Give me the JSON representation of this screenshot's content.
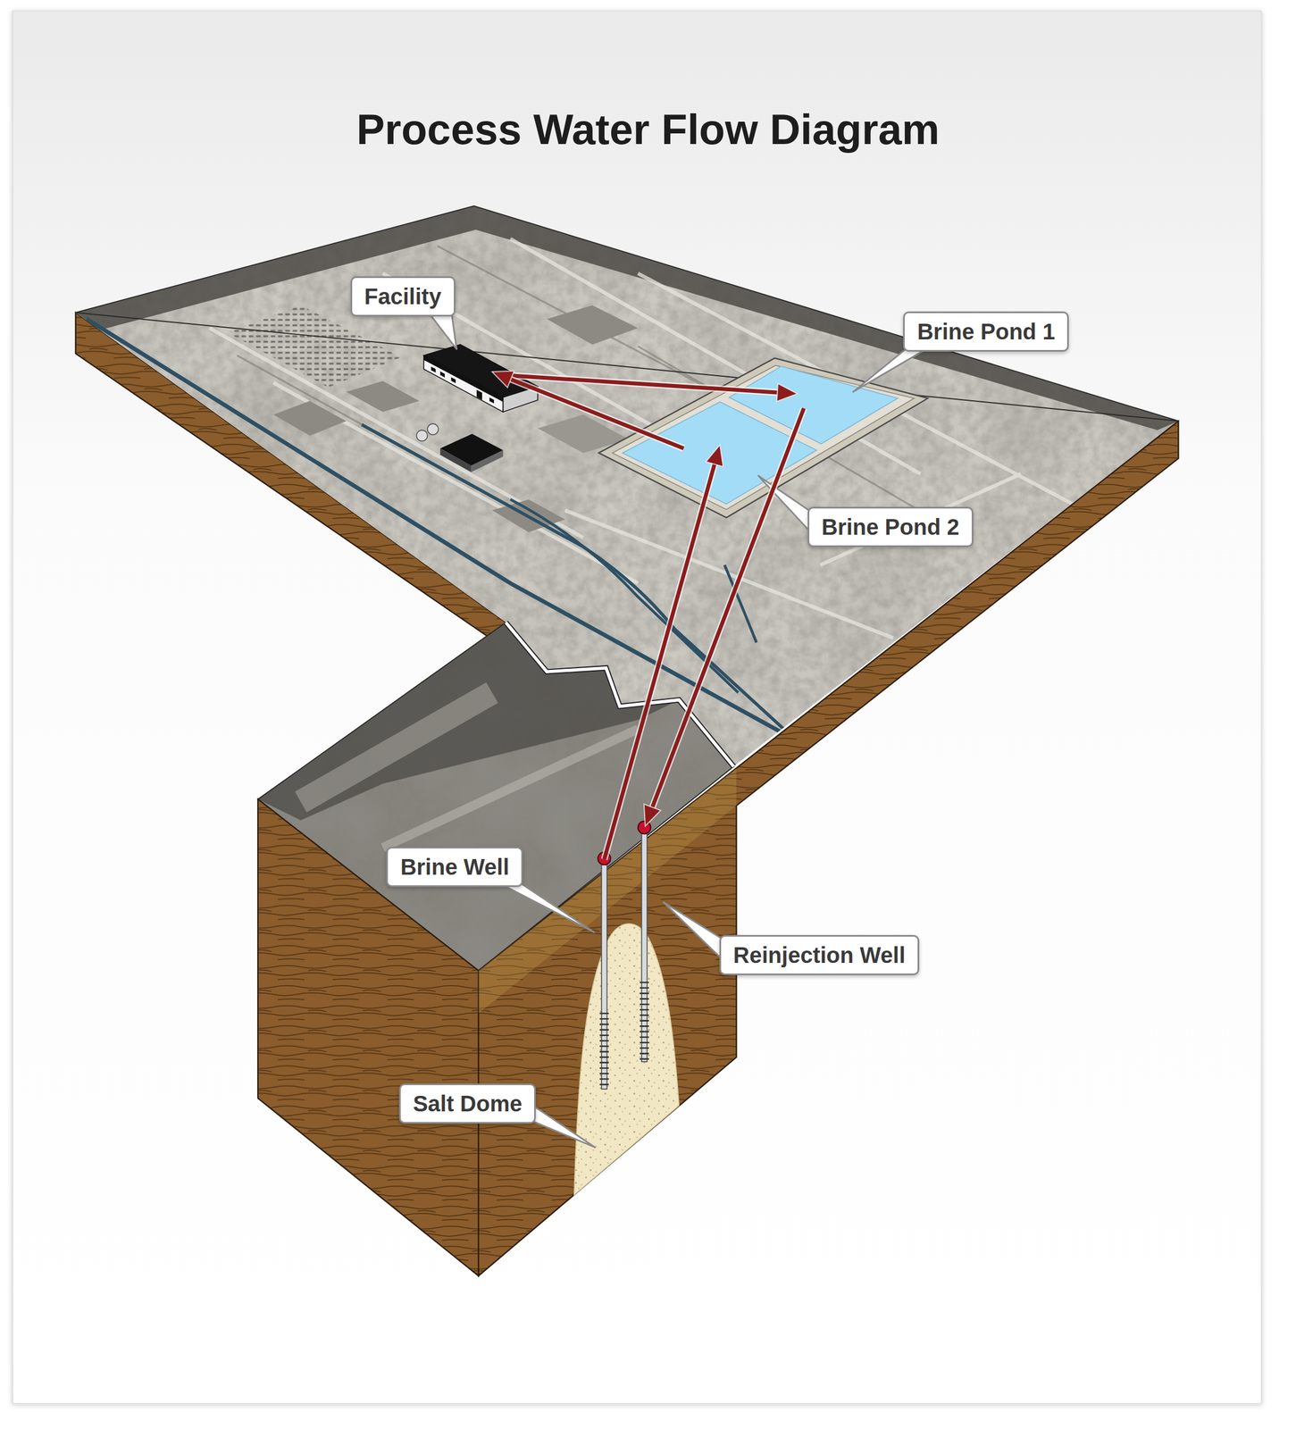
{
  "diagram": {
    "title": "Process Water Flow Diagram",
    "nodes": [
      {
        "text": [
          "Facility"
        ]
      },
      {
        "text": [
          "Brine Pond 1"
        ]
      },
      {
        "text": [
          "Brine Pond 2"
        ]
      },
      {
        "text": [
          "Brine Well"
        ]
      },
      {
        "text": [
          "Reinjection Well"
        ]
      },
      {
        "text": [
          "Salt Dome"
        ]
      }
    ],
    "edges": [
      {
        "from": 0,
        "to": 1,
        "arrow": "to"
      },
      {
        "from": 2,
        "to": 0,
        "arrow": "to"
      },
      {
        "from": 3,
        "to": 2,
        "arrow": "to"
      },
      {
        "from": 1,
        "to": 4,
        "arrow": "to"
      }
    ]
  }
}
